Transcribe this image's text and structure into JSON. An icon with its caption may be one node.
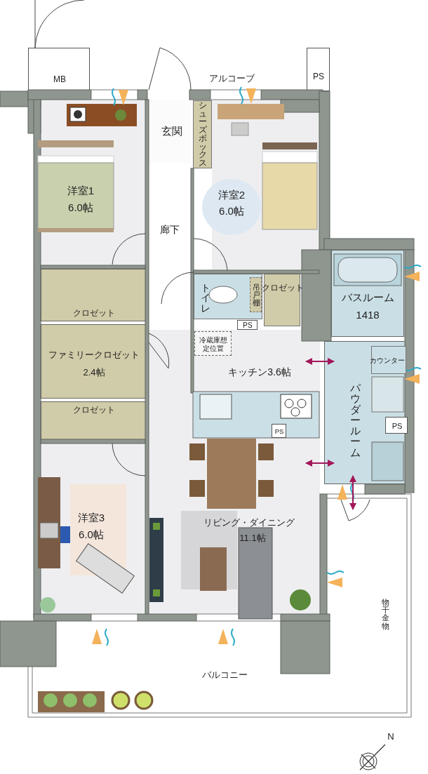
{
  "diagram": {
    "nodes": [
      {
        "text": [
          "MB"
        ]
      },
      {
        "text": [
          "PS"
        ]
      },
      {
        "text": [
          "シューズボックス"
        ]
      },
      {
        "text": [
          "玄関"
        ]
      },
      {
        "text": [
          "洋室1",
          "6.0帖"
        ]
      },
      {
        "text": [
          "洋室2",
          "6.0帖"
        ]
      },
      {
        "text": [
          "トイレ"
        ]
      },
      {
        "text": [
          "吊戸棚"
        ],
        "in": 6
      },
      {
        "text": [
          "クロゼット"
        ]
      },
      {
        "text": [
          "PS"
        ]
      },
      {
        "text": [
          "バスルーム",
          "1418"
        ]
      },
      {
        "text": [
          "クロゼット"
        ]
      },
      {
        "text": [
          "キッチン3.6帖",
          "リビング・ダイニング",
          "11.1帖"
        ]
      },
      {
        "text": [
          "冷蔵庫想定位置"
        ],
        "in": 12
      },
      {
        "text": [
          "PS"
        ],
        "in": 12
      },
      {
        "text": [
          "ファミリークロゼット",
          "2.4帖"
        ]
      },
      {
        "text": [
          "パウダールーム"
        ]
      },
      {
        "text": [
          "カウンター"
        ],
        "in": 16
      },
      {
        "text": [
          "PS"
        ],
        "in": 16
      },
      {
        "text": [
          "クロゼット"
        ]
      },
      {
        "text": [
          "洋室3",
          "6.0帖"
        ]
      }
    ],
    "edges": [
      {
        "from": 12,
        "to": 16,
        "arrow": "both"
      },
      {
        "from": 12,
        "to": 16,
        "arrow": "both"
      },
      {
        "from": 16,
        "to": null,
        "arrow": "both"
      }
    ],
    "labels": [
      "アルコーブ",
      "廊下",
      "物干金物",
      "バルコニー",
      "N"
    ]
  }
}
